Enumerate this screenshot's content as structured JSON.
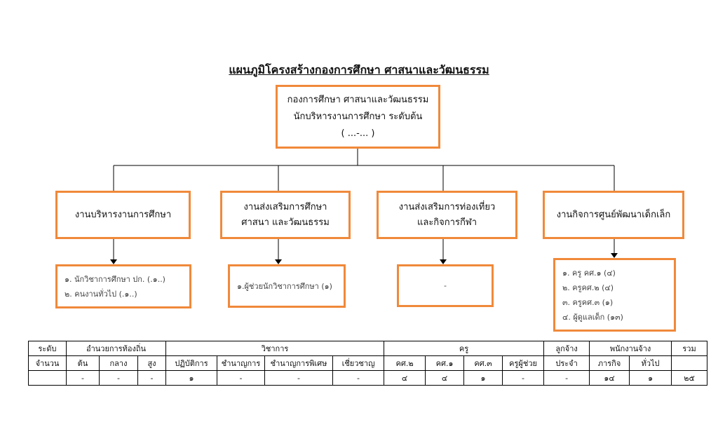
{
  "title": "แผนภูมิโครงสร้างกองการศึกษา  ศาสนาและวัฒนธรรม",
  "top_box": {
    "line1": "กองการศึกษา  ศาสนาและวัฒนธรรม",
    "line2": "นักบริหารงานการศึกษา  ระดับต้น",
    "line3": "( ...-... )"
  },
  "units": [
    {
      "line1": "งานบริหารงานการศึกษา",
      "line2": ""
    },
    {
      "line1": "งานส่งเสริมการศึกษา",
      "line2": "ศาสนา และวัฒนธรรม"
    },
    {
      "line1": "งานส่งเสริมการท่องเที่ยว",
      "line2": "และกิจการกีฬา"
    },
    {
      "line1": "งานกิจการศูนย์พัฒนาเด็กเล็ก",
      "line2": ""
    }
  ],
  "staff": [
    [
      "๑. นักวิชาการศึกษา  ปก. (.๑..)",
      "๒. คนงานทั่วไป  (.๑..)"
    ],
    [
      "๑.ผู้ช่วยนักวิชาการศึกษา  (๑)"
    ],
    [
      "-"
    ],
    [
      "๑. ครู คศ.๑ (๔)",
      "๒. ครูคศ.๒ (๔)",
      "๓. ครูคศ.๓ (๑)",
      "๔. ผู้ดูแลเด็ก (๑๓)"
    ]
  ],
  "table": {
    "row1": {
      "level": "ระดับ",
      "local_admin": "อำนวยการท้องถิ่น",
      "academic": "วิชาการ",
      "teacher": "ครู",
      "employee": "ลูกจ้าง",
      "staff": "พนักงานจ้าง",
      "total": "รวม"
    },
    "row2": {
      "count": "จำนวน",
      "cols": [
        "ต้น",
        "กลาง",
        "สูง",
        "ปฏิบัติการ",
        "ชำนาญการ",
        "ชำนาญการพิเศษ",
        "เชี่ยวชาญ",
        "คศ.๒",
        "คศ.๑",
        "คศ.๓",
        "ครูผู้ช่วย",
        "ประจำ",
        "ภารกิจ",
        "ทั่วไป"
      ]
    },
    "row3": {
      "values": [
        "-",
        "-",
        "-",
        "๑",
        "-",
        "-",
        "-",
        "๔",
        "๔",
        "๑",
        "-",
        "-",
        "๑๔",
        "๑",
        "๒๕"
      ]
    }
  },
  "colors": {
    "box_border": "#f0893a",
    "line": "#000000"
  }
}
